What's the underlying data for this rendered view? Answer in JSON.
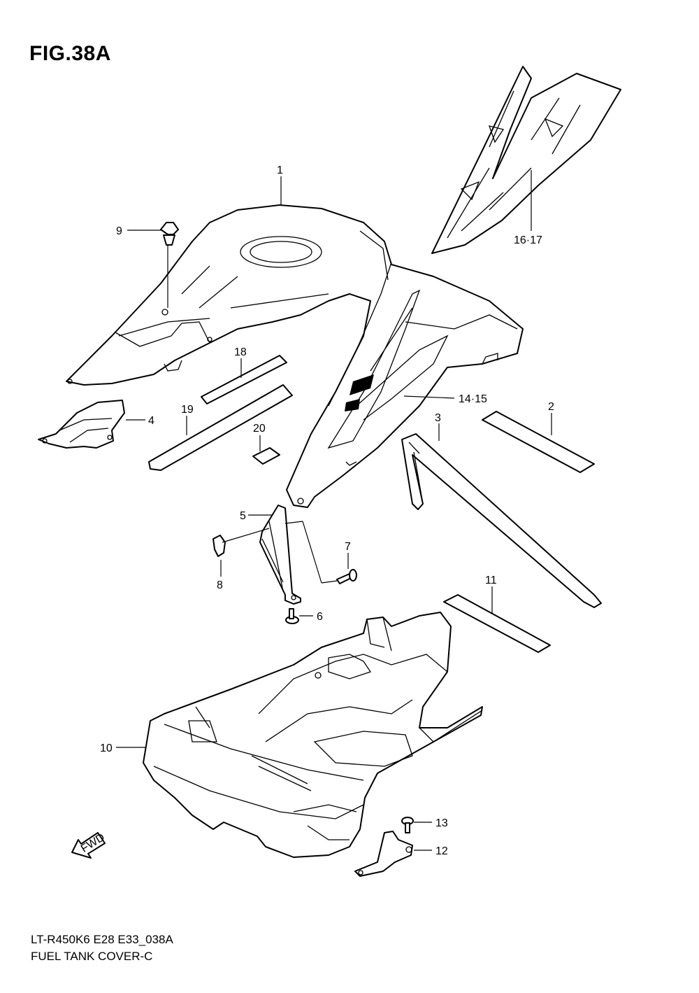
{
  "figure": {
    "title": "FIG.38A"
  },
  "caption": {
    "model_code": "LT-R450K6 E28 E33_038A",
    "name": "FUEL TANK COVER-C"
  },
  "fwd_label": "FWD",
  "callouts": {
    "c1": "1",
    "c2": "2",
    "c3": "3",
    "c4": "4",
    "c5": "5",
    "c6": "6",
    "c7": "7",
    "c8": "8",
    "c9": "9",
    "c10": "10",
    "c11": "11",
    "c12": "12",
    "c13": "13",
    "c14_15": "14·15",
    "c16_17": "16·17",
    "c18": "18",
    "c19": "19",
    "c20": "20"
  }
}
